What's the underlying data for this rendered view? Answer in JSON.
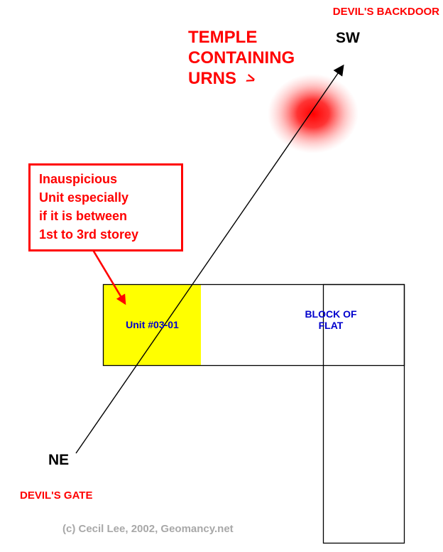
{
  "colors": {
    "accent_red": "#ff0000",
    "label_blue": "#0000cd",
    "unit_yellow": "#ffff00",
    "outline_black": "#000000",
    "copyright_gray": "#a8a8a8"
  },
  "top": {
    "devils_backdoor": "DEVIL'S BACKDOOR",
    "sw": "SW",
    "temple": {
      "line1": "TEMPLE",
      "line2": "CONTAINING",
      "line3": "URNS",
      "pointer": ">"
    }
  },
  "callout": {
    "line1": "Inauspicious",
    "line2": "Unit especially",
    "line3": "if it is between",
    "line4": "1st to 3rd storey"
  },
  "building": {
    "unit_label": "Unit #03-01",
    "block_line1": "BLOCK OF",
    "block_line2": "FLAT"
  },
  "bottom": {
    "ne": "NE",
    "devils_gate": "DEVIL'S GATE",
    "copyright": "(c) Cecil Lee, 2002, Geomancy.net"
  }
}
